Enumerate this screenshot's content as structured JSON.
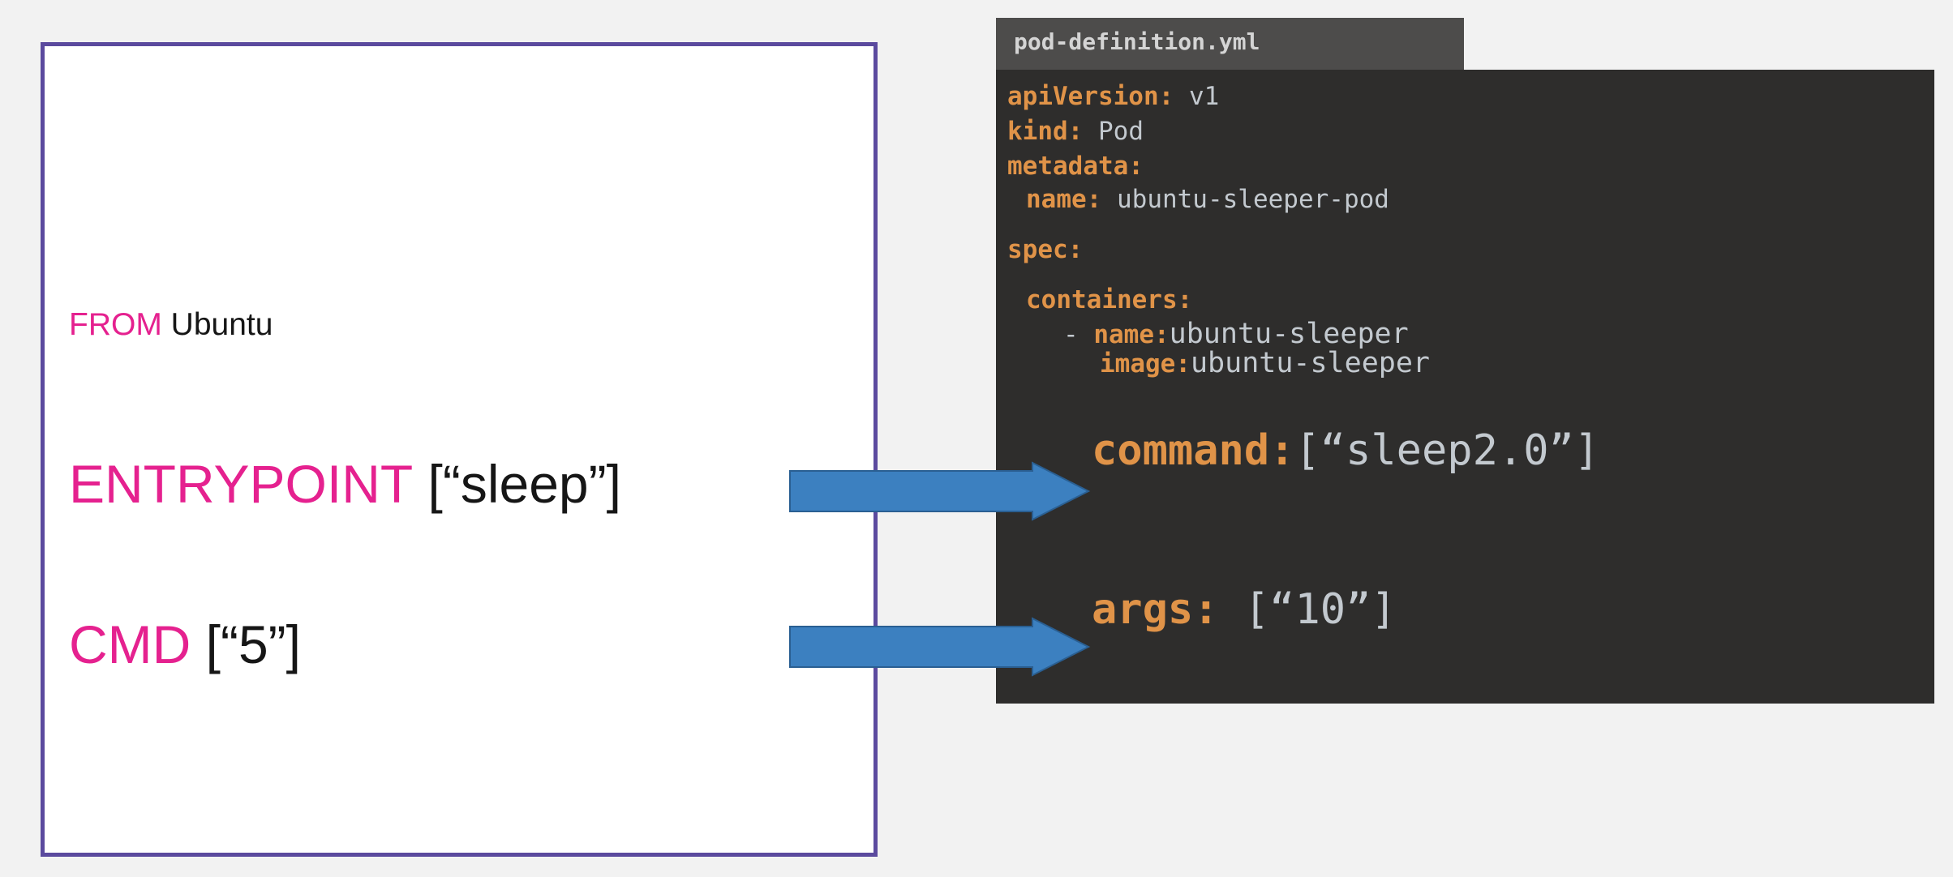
{
  "page": {
    "background_color": "#f2f2f2"
  },
  "dockerfile_panel": {
    "border_color": "#5b4a9e",
    "background_color": "#ffffff",
    "keyword_color": "#e5218f",
    "value_color": "#161616",
    "lines": [
      {
        "keyword": "FROM",
        "value": "Ubuntu"
      },
      {
        "keyword": "ENTRYPOINT",
        "value": "[“sleep”]"
      },
      {
        "keyword": "CMD",
        "value": "[“5”]"
      }
    ]
  },
  "yaml_panel": {
    "titlebar_color": "#4d4c4b",
    "body_color": "#2e2d2c",
    "key_color": "#e09348",
    "value_color": "#c3c9cf",
    "filename": "pod-definition.yml",
    "lines": [
      {
        "key": "apiVersion:",
        "value": " v1"
      },
      {
        "key": "kind:",
        "value": " Pod"
      },
      {
        "key": "metadata:",
        "value": ""
      },
      {
        "key": "name:",
        "value": "  ubuntu-sleeper-pod"
      },
      {
        "key": "spec:",
        "value": ""
      },
      {
        "key": "containers:",
        "value": ""
      },
      {
        "dash": "- ",
        "key": "name:",
        "value": "ubuntu-sleeper"
      },
      {
        "key": "image:",
        "value": "ubuntu-sleeper"
      },
      {
        "key": "command:",
        "value": "[“sleep2.0”]"
      },
      {
        "key": "args:",
        "value": " [“10”]"
      }
    ]
  },
  "arrows": {
    "fill_color": "#3c80c0",
    "stroke_color": "#2a5f92",
    "items": [
      {
        "label": "entrypoint-to-command"
      },
      {
        "label": "cmd-to-args"
      }
    ]
  }
}
